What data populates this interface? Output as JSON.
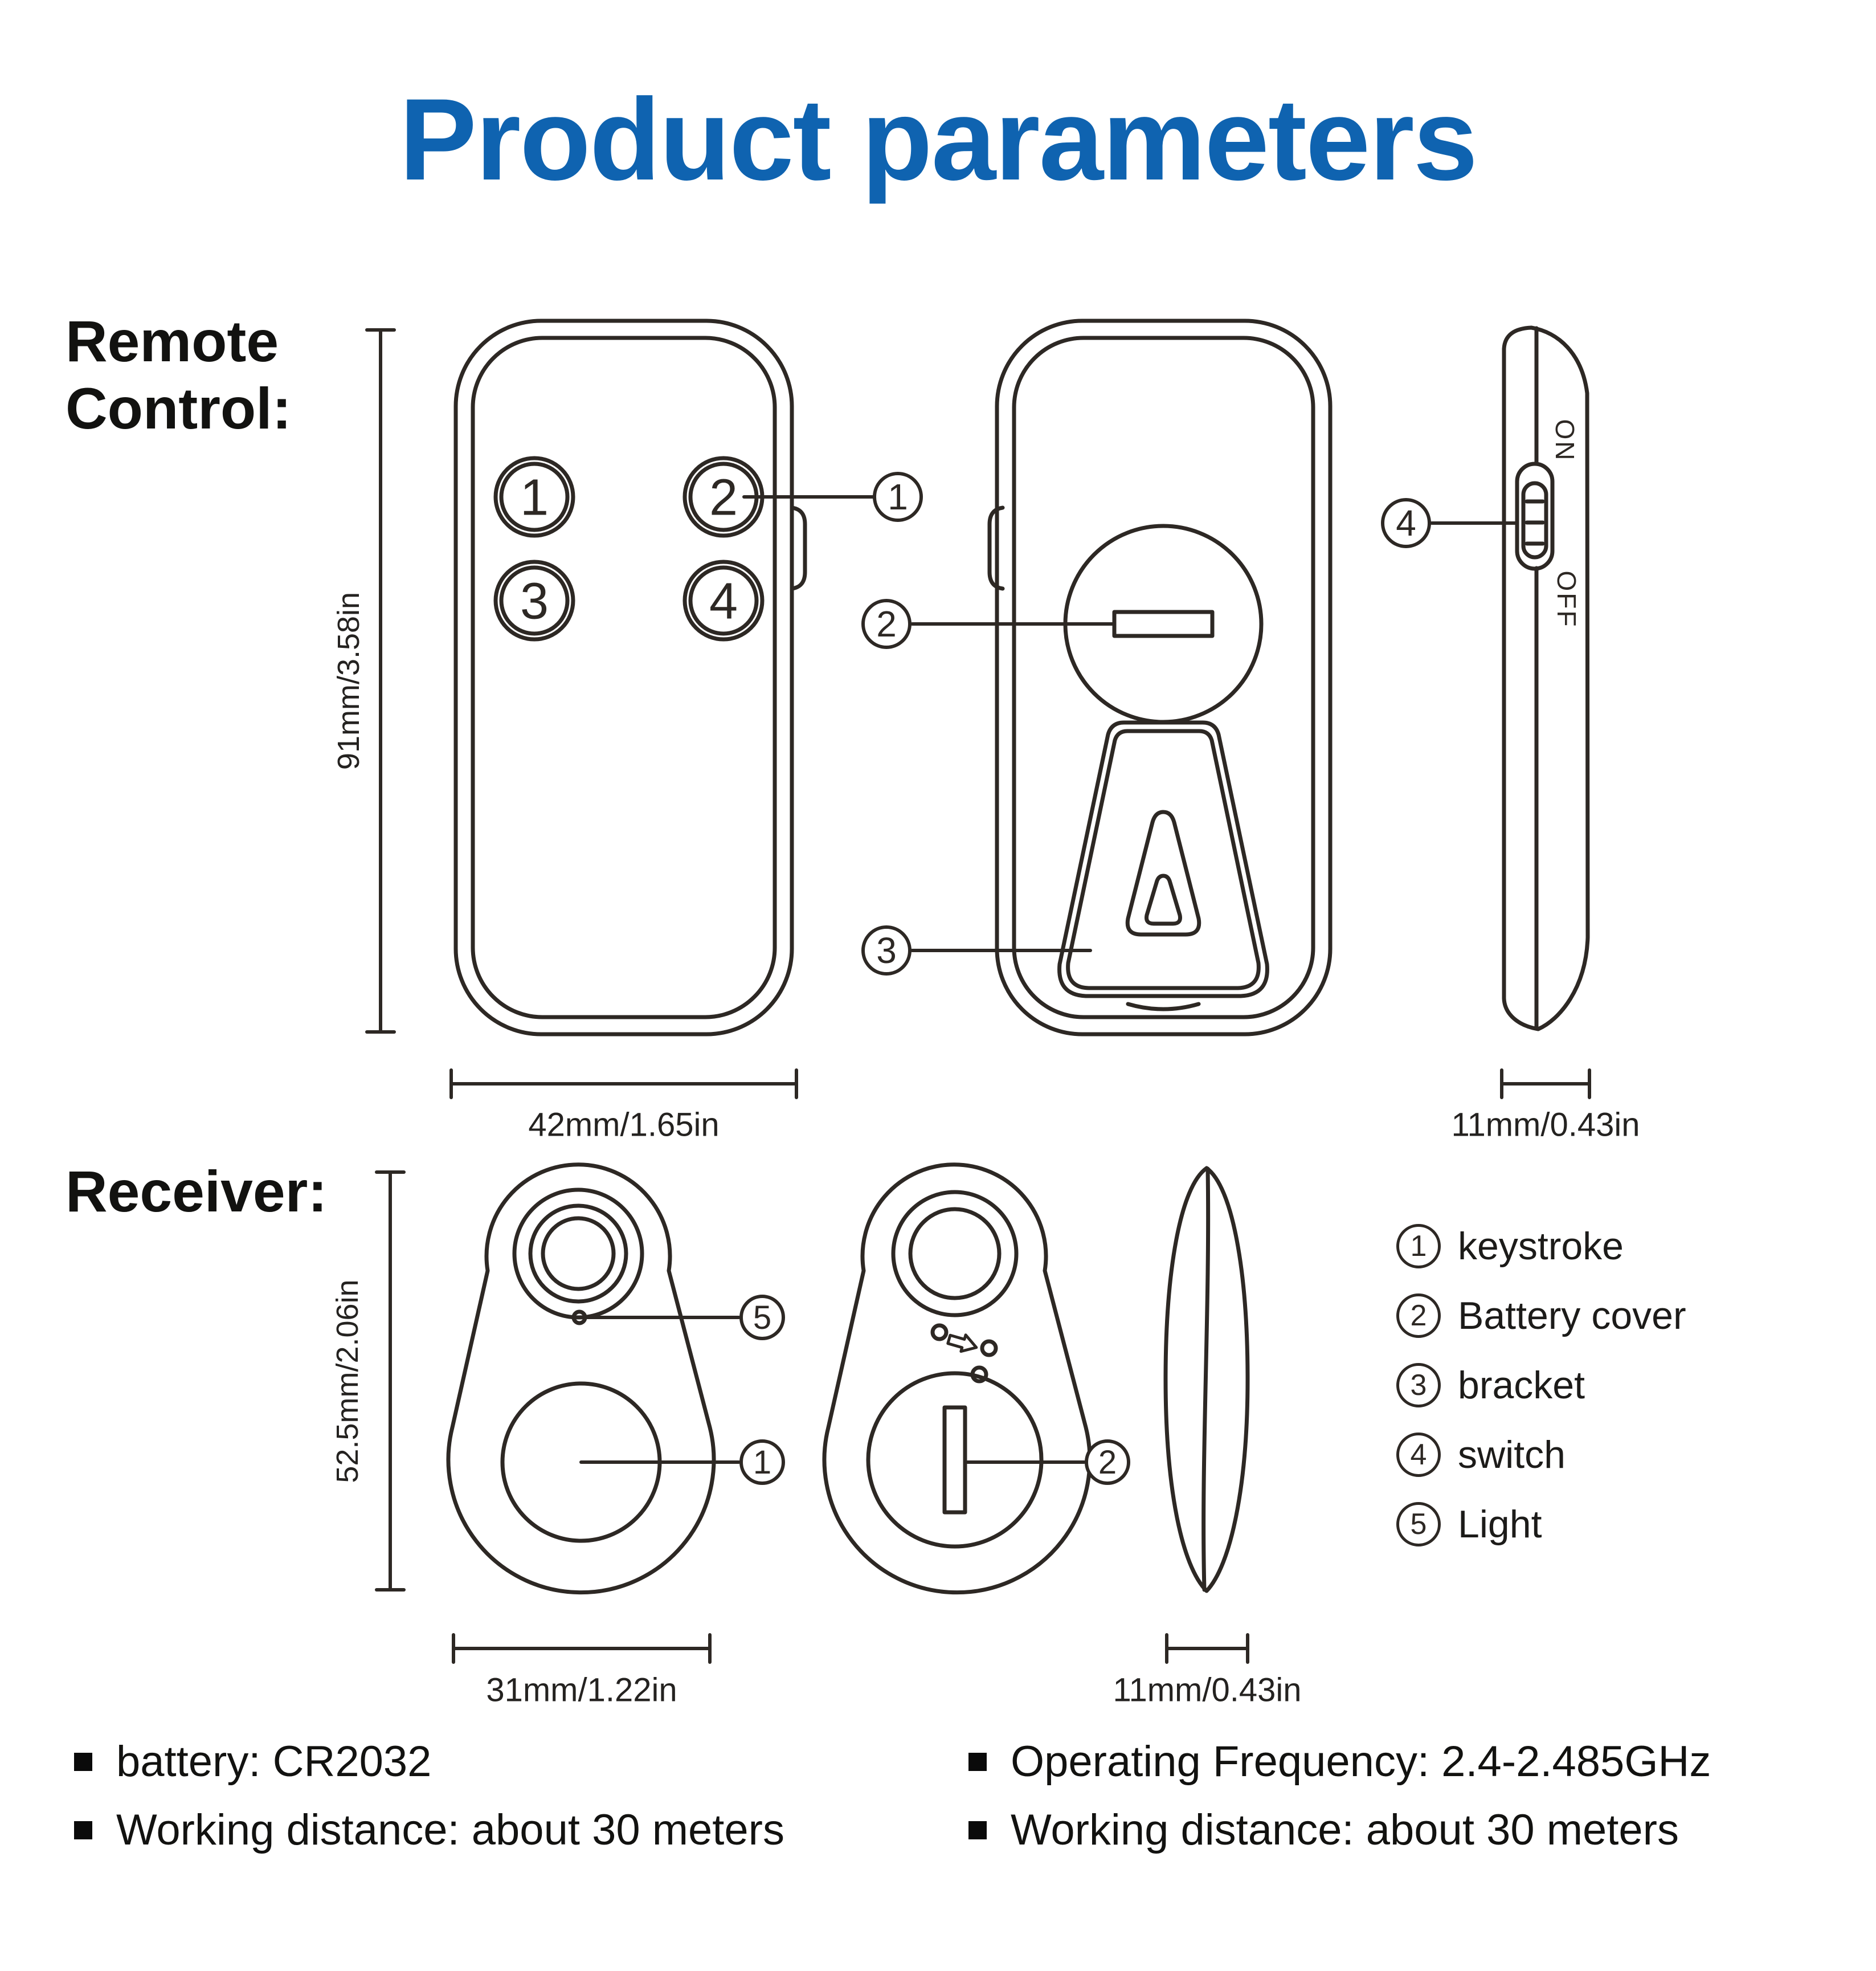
{
  "title": "Product parameters",
  "colors": {
    "accent": "#0f63b0",
    "ink": "#2d2824"
  },
  "remote": {
    "section_label_line1": "Remote",
    "section_label_line2": "Control:",
    "buttons": [
      "1",
      "2",
      "3",
      "4"
    ],
    "switch": {
      "on": "ON",
      "off": "OFF"
    },
    "dims": {
      "height": "91mm/3.58in",
      "width": "42mm/1.65in",
      "depth": "11mm/0.43in"
    },
    "callouts": {
      "keystroke": "1",
      "battery_cover": "2",
      "bracket": "3",
      "switch": "4"
    }
  },
  "receiver": {
    "section_label": "Receiver:",
    "dims": {
      "height": "52.5mm/2.06in",
      "width": "31mm/1.22in",
      "depth": "11mm/0.43in"
    },
    "callouts": {
      "light": "5",
      "keystroke": "1",
      "battery_cover": "2"
    }
  },
  "legend": [
    {
      "num": "1",
      "label": "keystroke"
    },
    {
      "num": "2",
      "label": "Battery cover"
    },
    {
      "num": "3",
      "label": "bracket"
    },
    {
      "num": "4",
      "label": "switch"
    },
    {
      "num": "5",
      "label": "Light"
    }
  ],
  "specs": {
    "left": [
      {
        "label": "battery: CR2032"
      },
      {
        "label": "Working distance: about 30 meters"
      }
    ],
    "right": [
      {
        "label": "Operating Frequency: 2.4-2.485GHz"
      },
      {
        "label": "Working distance: about 30 meters"
      }
    ]
  }
}
